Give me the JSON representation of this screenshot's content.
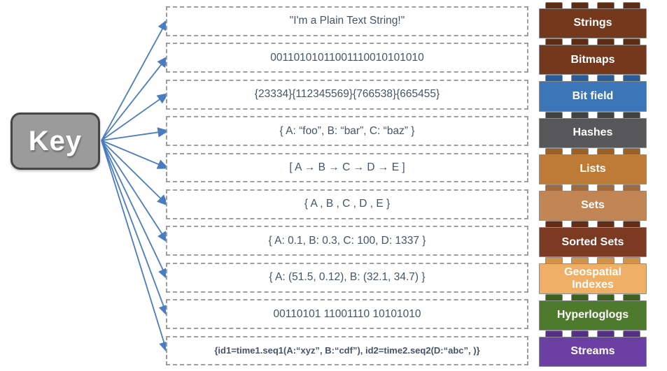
{
  "key": {
    "label": "Key"
  },
  "rows": [
    {
      "value": "\"I'm a Plain Text String!\"",
      "type": "Strings",
      "brick_color": "#74391C",
      "stud_color": "#5E2B13"
    },
    {
      "value": "00110101011001110010101010",
      "type": "Bitmaps",
      "brick_color": "#74391C",
      "stud_color": "#5E2B13"
    },
    {
      "value": "{23334}{112345569}{766538}{665455}",
      "type": "Bit field",
      "brick_color": "#3C76B8",
      "stud_color": "#2C5C95"
    },
    {
      "value": "{ A: “foo”, B: “bar”, C: “baz”  }",
      "type": "Hashes",
      "brick_color": "#57575A",
      "stud_color": "#424245"
    },
    {
      "value": "[ A → B → C → D → E ]",
      "type": "Lists",
      "brick_color": "#BE7B35",
      "stud_color": "#9A6026"
    },
    {
      "value": "{ A , B , C , D , E }",
      "type": "Sets",
      "brick_color": "#C28556",
      "stud_color": "#9E6A3E"
    },
    {
      "value": "{ A: 0.1, B: 0.3, C: 100, D: 1337 }",
      "type": "Sorted Sets",
      "brick_color": "#7C3A22",
      "stud_color": "#642C16"
    },
    {
      "value": "{ A: (51.5, 0.12), B: (32.1, 34.7)  }",
      "type": "Geospatial Indexes",
      "brick_color": "#EFAF67",
      "stud_color": "#D3934C"
    },
    {
      "value": "00110101 11001110 10101010",
      "type": "Hyperloglogs",
      "brick_color": "#4E7A2D",
      "stud_color": "#3C611F"
    },
    {
      "value": "{id1=time1.seq1(A:“xyz”, B:“cdf”), id2=time2.seq2(D:“abc”, )}",
      "type": "Streams",
      "brick_color": "#6C3FA5",
      "stud_color": "#542F85"
    }
  ],
  "colors": {
    "arrow": "#4A7CC0",
    "key_background": "#9B9B9B",
    "key_border": "#464646",
    "value_text": "#44546A",
    "dashed_border": "#9E9E9E",
    "brick_text": "#FFFFFF",
    "brick_outline": "#8C8C8C"
  }
}
